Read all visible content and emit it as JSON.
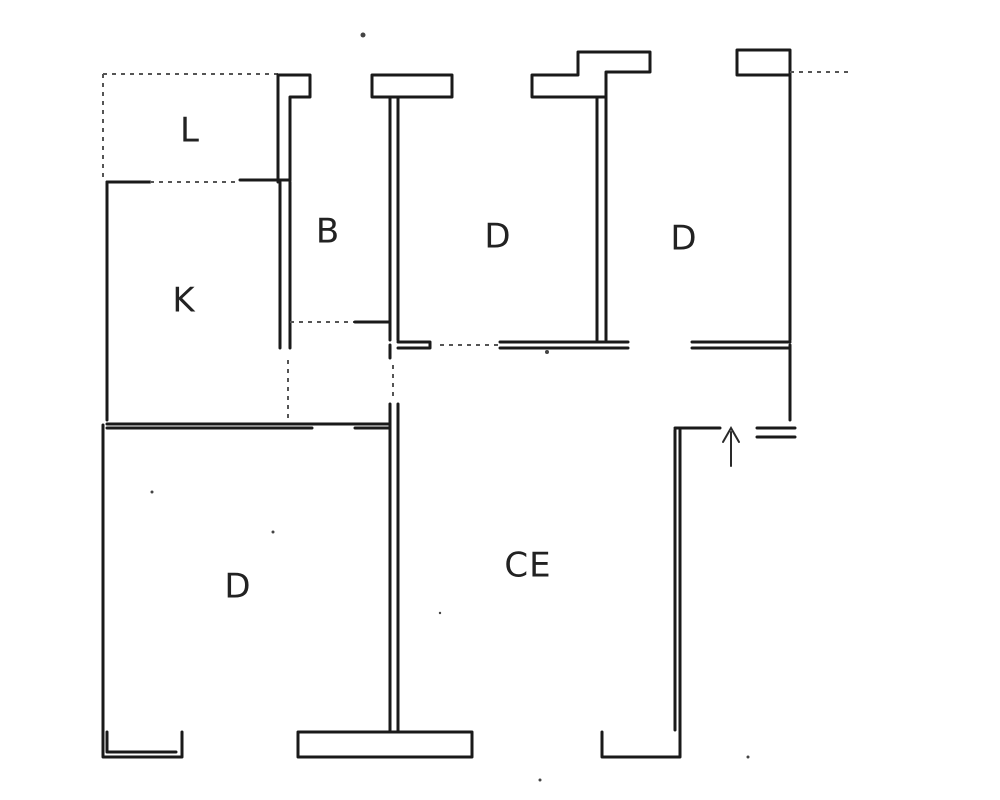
{
  "rooms": {
    "larder": "L",
    "kitchen": "K",
    "bathroom": "B",
    "bedroom_top_middle": "D",
    "bedroom_top_right": "D",
    "bedroom_bottom_left": "D",
    "entrance_hall": "CE"
  },
  "icons": {
    "entrance_arrow": "up-arrow-icon"
  }
}
